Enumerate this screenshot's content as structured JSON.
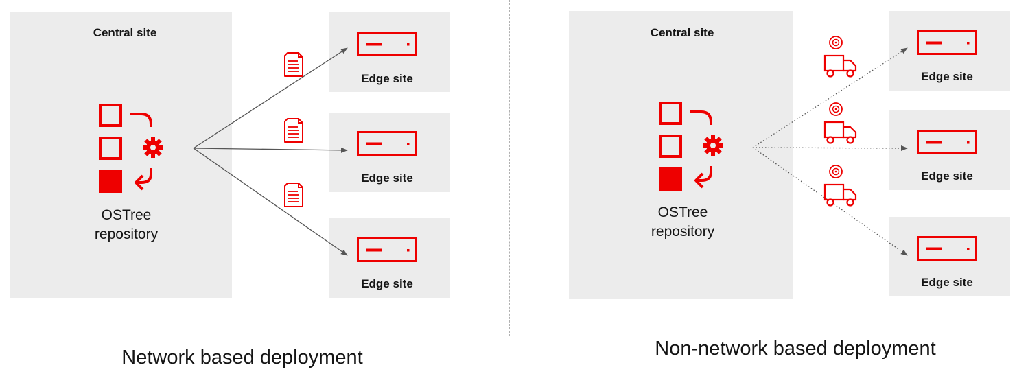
{
  "colors": {
    "accent": "#ee0000",
    "panel": "#ececec",
    "arrow": "#555555",
    "text": "#151515"
  },
  "left": {
    "caption": "Network based deployment",
    "central_title": "Central site",
    "repo_label_line1": "OSTree",
    "repo_label_line2": "repository",
    "edges": [
      "Edge site",
      "Edge site",
      "Edge site"
    ],
    "transfer_icon": "document-icon",
    "connector": "solid-arrow"
  },
  "right": {
    "caption": "Non-network based deployment",
    "central_title": "Central site",
    "repo_label_line1": "OSTree",
    "repo_label_line2": "repository",
    "edges": [
      "Edge site",
      "Edge site",
      "Edge site"
    ],
    "transfer_icons": [
      "disc-icon",
      "truck-icon"
    ],
    "connector": "dotted-arrow"
  }
}
